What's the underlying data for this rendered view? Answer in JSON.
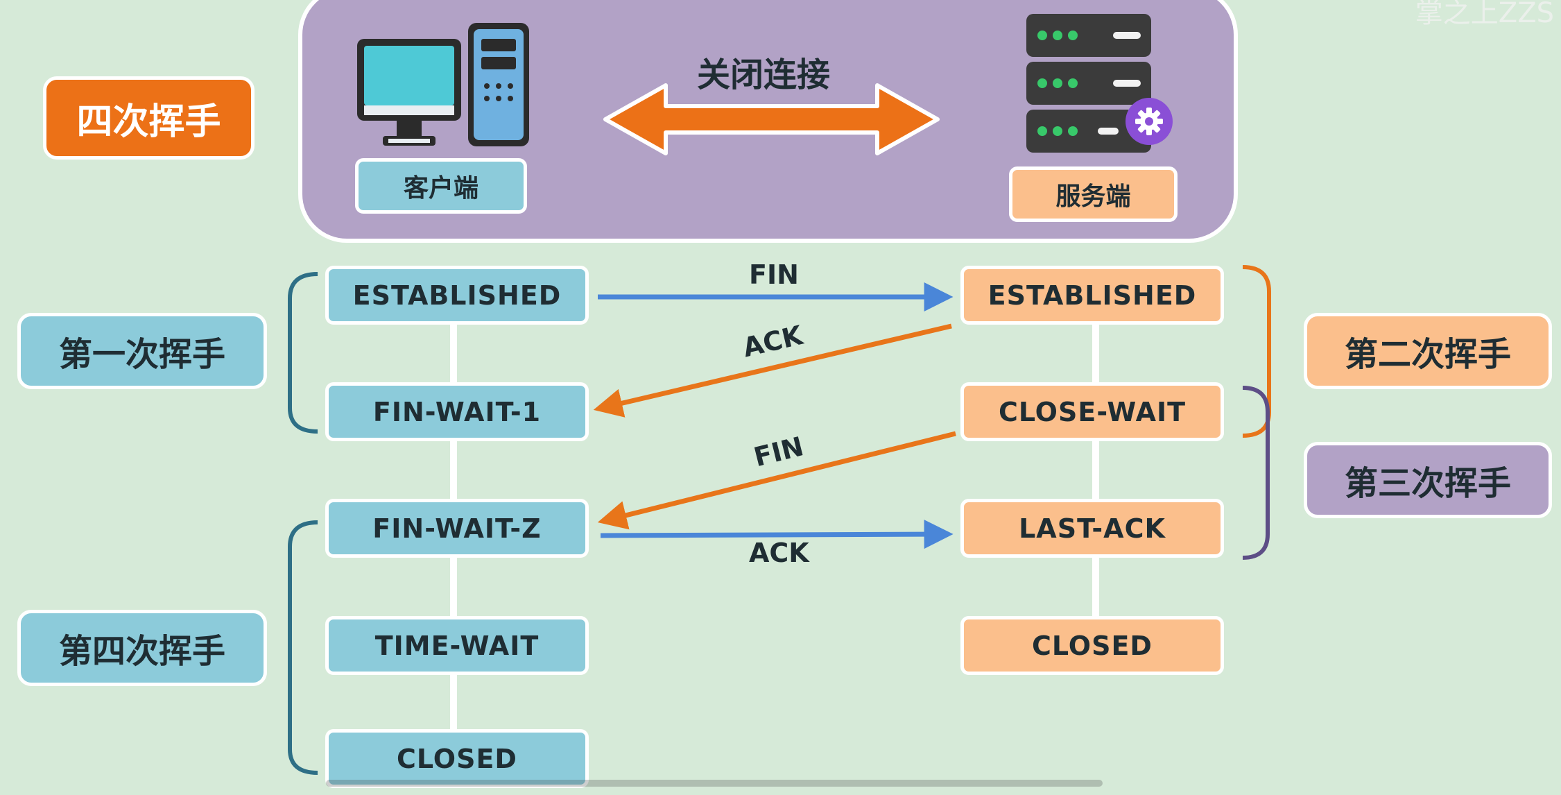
{
  "watermark": "掌之上ZZS",
  "header": {
    "action_label": "关闭连接",
    "client_label": "客户端",
    "server_label": "服务端"
  },
  "title_badge": "四次挥手",
  "phases": {
    "first": "第一次挥手",
    "second": "第二次挥手",
    "third": "第三次挥手",
    "fourth": "第四次挥手"
  },
  "client_states": [
    "ESTABLISHED",
    "FIN-WAIT-1",
    "FIN-WAIT-Z",
    "TIME-WAIT",
    "CLOSED"
  ],
  "server_states": [
    "ESTABLISHED",
    "CLOSE-WAIT",
    "LAST-ACK",
    "CLOSED"
  ],
  "messages": {
    "fin_1": "FIN",
    "ack_1": "ACK",
    "fin_2": "FIN",
    "ack_2": "ACK"
  },
  "colors": {
    "background": "#d6ead8",
    "client": "#8ccbda",
    "server": "#fbbf8c",
    "purple": "#b2a2c6",
    "accent_orange": "#ec7117",
    "arrow_blue": "#4a86d8",
    "arrow_orange": "#e8751a"
  }
}
